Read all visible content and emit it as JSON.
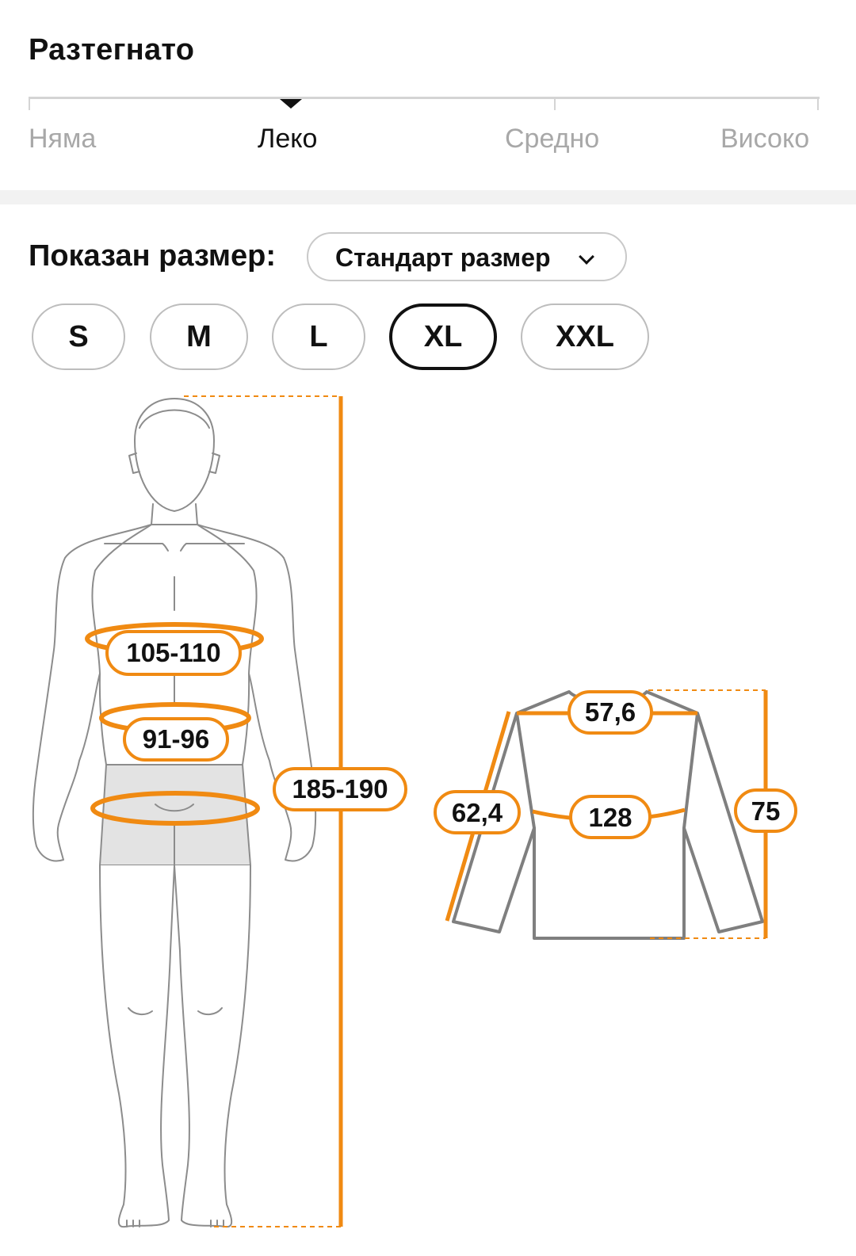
{
  "stretch": {
    "title": "Разтегнато",
    "levels": [
      "Няма",
      "Леко",
      "Средно",
      "Високо"
    ],
    "selected_level": "Леко"
  },
  "size_selector": {
    "label": "Показан размер:",
    "dropdown_value": "Стандарт размер",
    "sizes": [
      "S",
      "M",
      "L",
      "XL",
      "XXL"
    ],
    "selected_size": "XL"
  },
  "body_measurements": {
    "chest": "105-110",
    "waist": "91-96",
    "height": "185-190"
  },
  "garment_measurements": {
    "shoulder": "57,6",
    "sleeve": "62,4",
    "chest_width": "128",
    "length": "75"
  },
  "colors": {
    "accent": "#F08A12",
    "outline": "#8C8C8C",
    "selected_border": "#111111",
    "pill_border": "#BDBDBD"
  },
  "icons": [
    "chevron-down-icon",
    "human-body-figure",
    "sweater-figure"
  ]
}
